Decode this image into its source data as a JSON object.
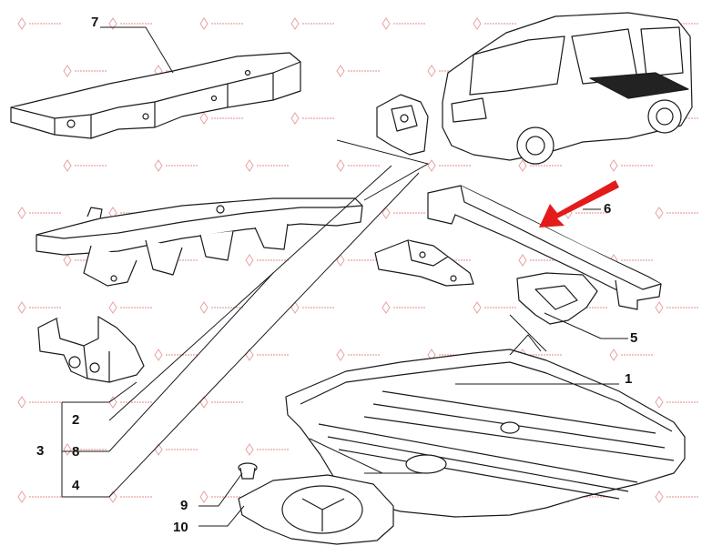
{
  "callouts": {
    "c1": "1",
    "c2": "2",
    "c3": "3",
    "c4": "4",
    "c5": "5",
    "c6": "6",
    "c7": "7",
    "c8": "8",
    "c9": "9",
    "c10": "10"
  },
  "colors": {
    "line": "#1a1a1a",
    "arrow": "#e31b1b",
    "watermark": "#e38a8a"
  }
}
